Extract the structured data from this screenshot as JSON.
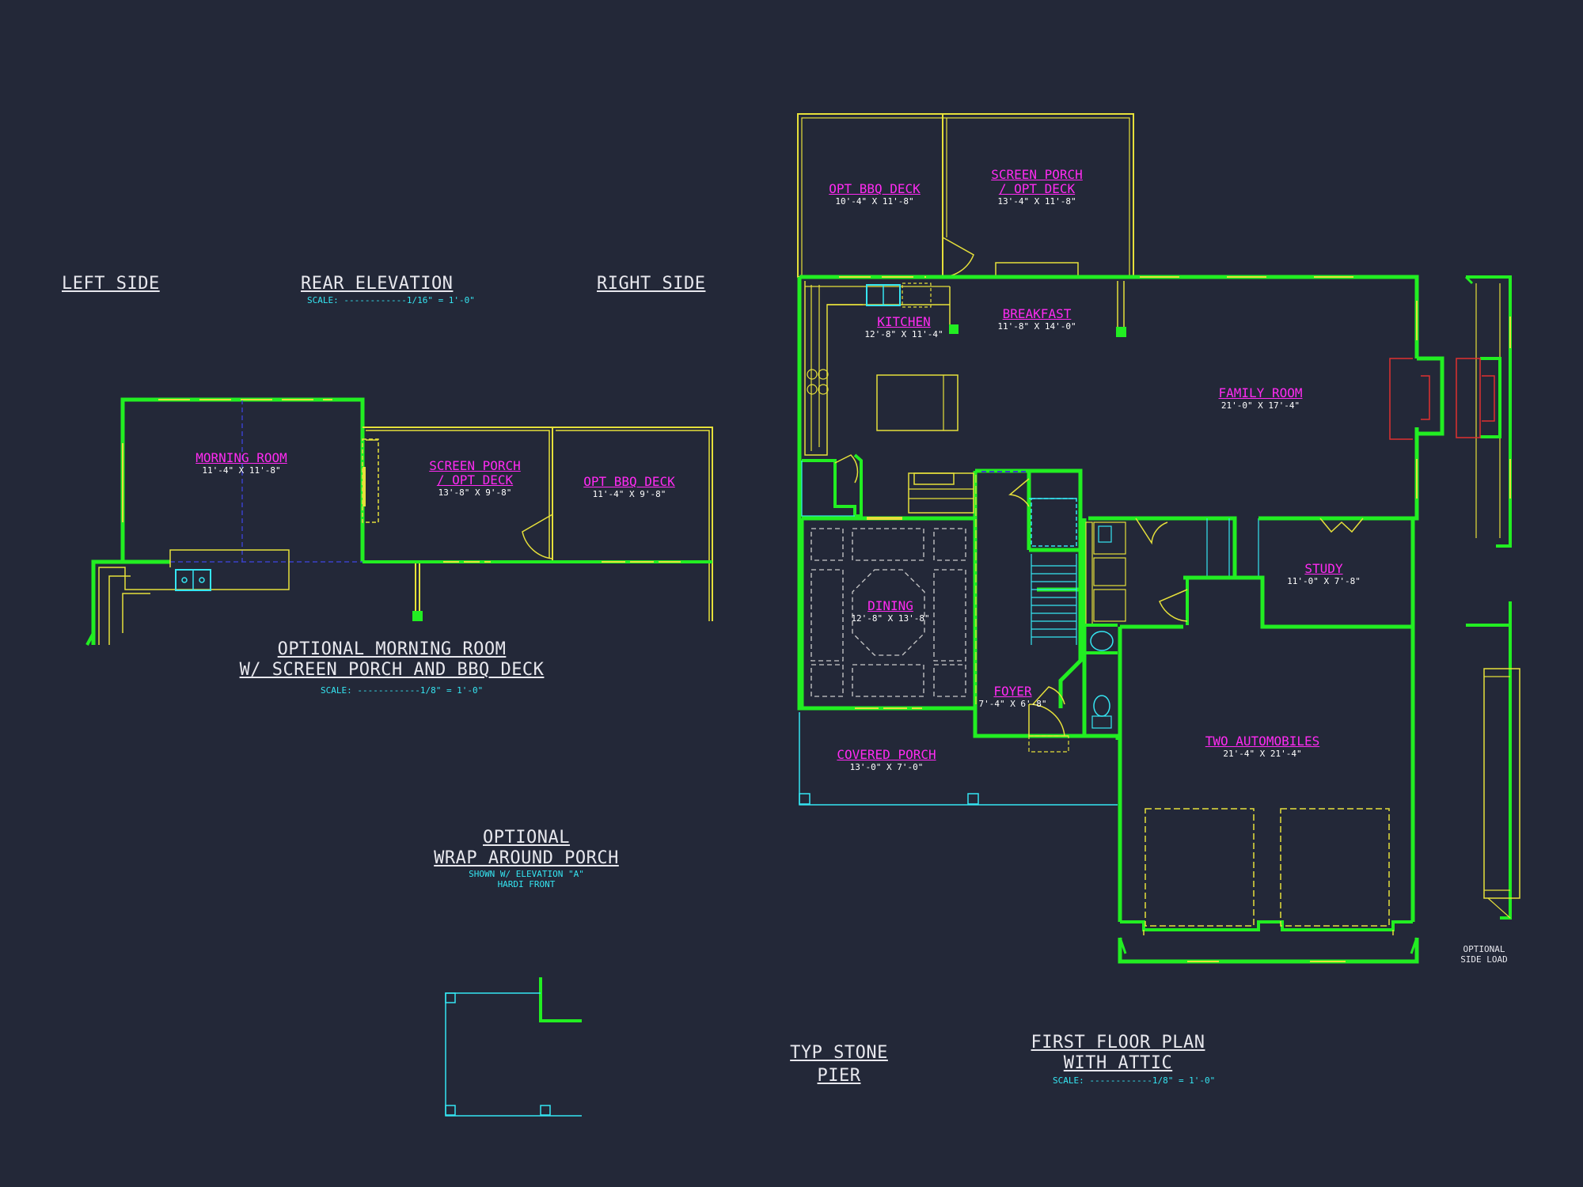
{
  "colors": {
    "background": "#232838",
    "wall": "#22ee22",
    "outline": "#e6e03a",
    "room_label": "#ff2bf2",
    "scale_text": "#35e6f2",
    "fireplace": "#e03030",
    "title_text": "#e8e8ee"
  },
  "headings": {
    "left_side": "LEFT SIDE",
    "rear_elevation": "REAR ELEVATION",
    "rear_elevation_scale": "SCALE: ------------1/16\" = 1'-0\"",
    "right_side": "RIGHT SIDE",
    "optional_morning_line1": "OPTIONAL MORNING ROOM",
    "optional_morning_line2": "W/ SCREEN PORCH AND BBQ DECK",
    "optional_morning_scale": "SCALE: ------------1/8\" = 1'-0\"",
    "wrap_line1": "OPTIONAL",
    "wrap_line2": "WRAP AROUND PORCH",
    "wrap_sub1": "SHOWN W/ ELEVATION \"A\"",
    "wrap_sub2": "HARDI FRONT",
    "stone_line1": "TYP STONE",
    "stone_line2": "PIER",
    "first_floor_line1": "FIRST FLOOR PLAN",
    "first_floor_line2": "WITH ATTIC",
    "first_floor_scale": "SCALE: ------------1/8\" = 1'-0\"",
    "side_load_line1": "OPTIONAL",
    "side_load_line2": "SIDE LOAD"
  },
  "rooms": {
    "morning_room": {
      "name": "MORNING ROOM",
      "dims": "11'-4\" X 11'-8\""
    },
    "screen_porch_left": {
      "name1": "SCREEN PORCH",
      "name2": "/ OPT DECK",
      "dims": "13'-8\" X 9'-8\""
    },
    "bbq_left": {
      "name": "OPT BBQ DECK",
      "dims": "11'-4\" X 9'-8\""
    },
    "bbq_main": {
      "name": "OPT BBQ DECK",
      "dims": "10'-4\" X 11'-8\""
    },
    "screen_porch_main": {
      "name1": "SCREEN PORCH",
      "name2": "/ OPT DECK",
      "dims": "13'-4\" X 11'-8\""
    },
    "kitchen": {
      "name": "KITCHEN",
      "dims": "12'-8\" X 11'-4\""
    },
    "breakfast": {
      "name": "BREAKFAST",
      "dims": "11'-8\" X 14'-0\""
    },
    "family_room": {
      "name": "FAMILY ROOM",
      "dims": "21'-0\" X 17'-4\""
    },
    "dining": {
      "name": "DINING",
      "dims": "12'-8\" X 13'-8\""
    },
    "study": {
      "name": "STUDY",
      "dims": "11'-0\" X 7'-8\""
    },
    "foyer": {
      "name": "FOYER",
      "dims": "7'-4\" X 6'-8\""
    },
    "covered_porch": {
      "name": "COVERED PORCH",
      "dims": "13'-0\" X 7'-0\""
    },
    "two_automobiles": {
      "name": "TWO AUTOMOBILES",
      "dims": "21'-4\" X 21'-4\""
    }
  }
}
